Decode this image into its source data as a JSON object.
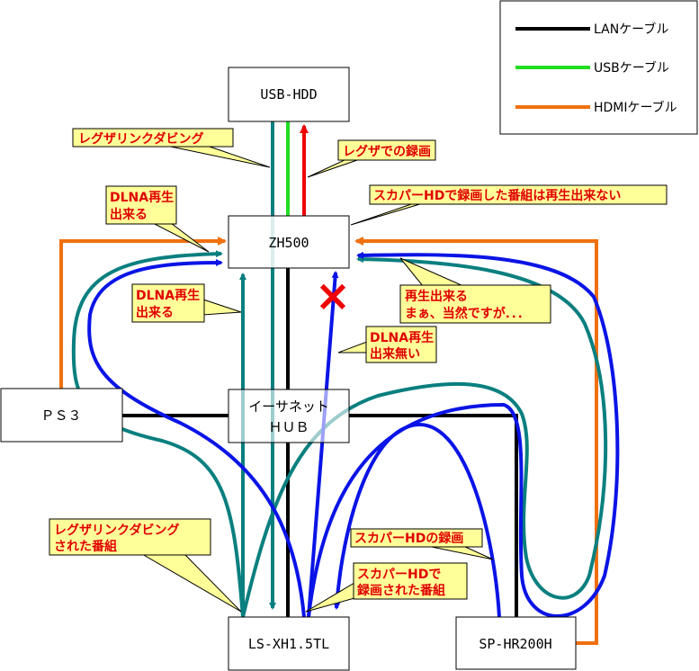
{
  "legend": {
    "items": [
      {
        "label": "LANケーブル",
        "color": "#000000",
        "type": "lan"
      },
      {
        "label": "USBケーブル",
        "color": "#22dd22",
        "type": "usb"
      },
      {
        "label": "HDMIケーブル",
        "color": "#f07010",
        "type": "hdmi"
      }
    ]
  },
  "colors": {
    "lan": "#000000",
    "usb": "#22dd22",
    "hdmi": "#f07010",
    "teal": "#0a7f7f",
    "blue": "#0a14e6",
    "red": "#ee0000",
    "callout_bg": "#ffff99",
    "callout_text": "#e00000"
  },
  "devices": {
    "usb_hdd": "USB-HDD",
    "zh500": "ZH500",
    "ps3": "ＰＳ３",
    "hub_line1": "イーサネット",
    "hub_line2": "ＨＵＢ",
    "ls_xh": "LS-XH1.5TL",
    "sp_hr": "SP-HR200H"
  },
  "callouts": {
    "regza_dubbing": [
      "レグザリンクダビング"
    ],
    "regza_record": [
      "レグザでの録画"
    ],
    "dlna_ok_top": [
      "DLNA再生",
      "出来る"
    ],
    "skyperfec_no_play": [
      "スカパーHDで録画した番組は再生出来ない"
    ],
    "dlna_ok_mid": [
      "DLNA再生",
      "出来る"
    ],
    "play_ok": [
      "再生出来る",
      "まぁ、当然ですが．．．"
    ],
    "dlna_ng": [
      "DLNA再生",
      "出来無い"
    ],
    "regza_dubbed_programs": [
      "レグザリンクダビング",
      "された番組"
    ],
    "skyperfec_record": [
      "スカパーHDの録画"
    ],
    "skyperfec_recorded_programs": [
      "スカパーHDで",
      "録画された番組"
    ]
  },
  "marks": {
    "blocked": "×"
  }
}
